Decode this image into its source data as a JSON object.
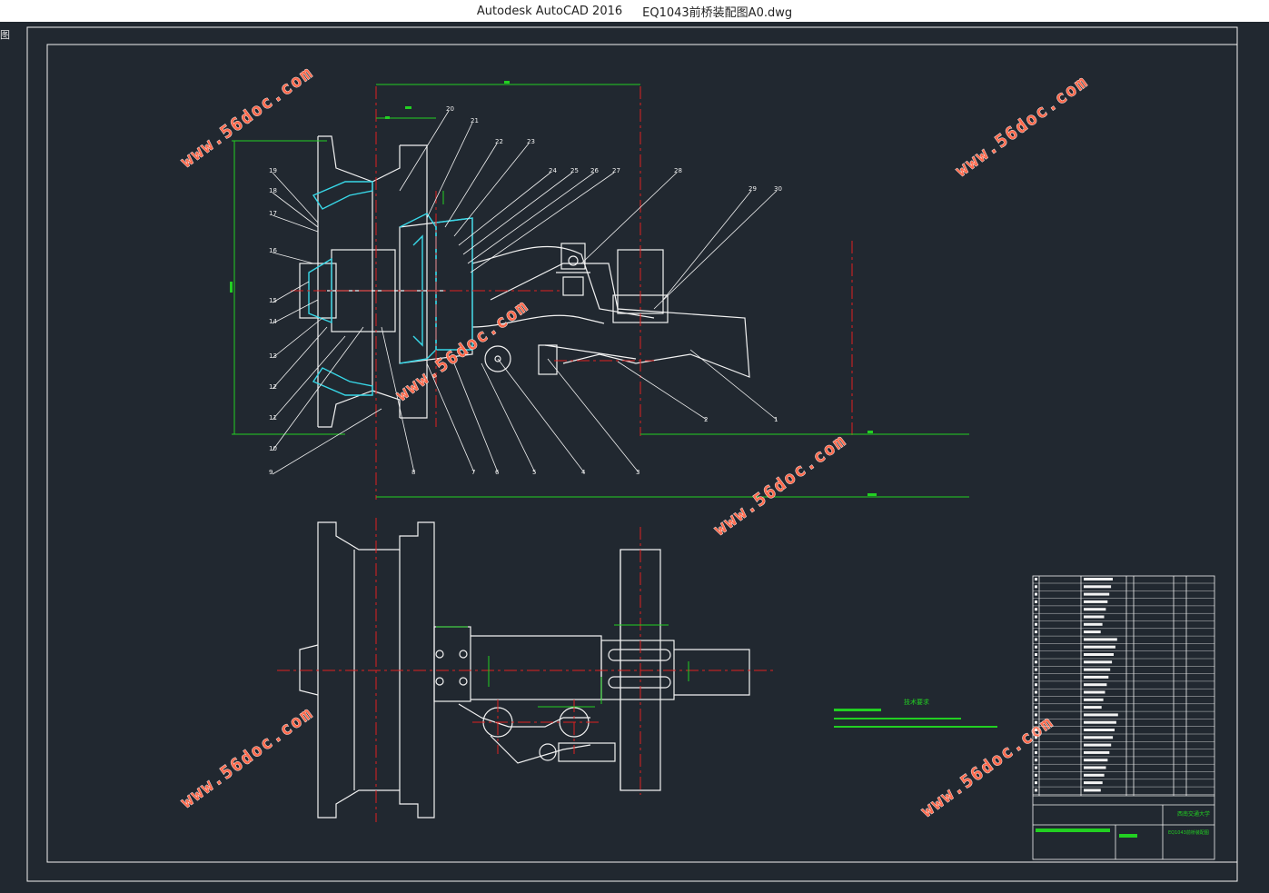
{
  "window": {
    "app_name": "Autodesk AutoCAD 2016",
    "file_name": "EQ1043前桥装配图A0.dwg",
    "corner_glyph": "图"
  },
  "drawing": {
    "watermark_text": "www.56doc.com",
    "leader_numbers_left": [
      "19",
      "18",
      "17",
      "16",
      "15",
      "14",
      "13",
      "12",
      "11",
      "10",
      "9"
    ],
    "leader_numbers_top": [
      "20",
      "21",
      "22",
      "23",
      "24",
      "25",
      "26",
      "27",
      "28",
      "29",
      "30"
    ],
    "leader_numbers_bottom": [
      "8",
      "7",
      "6",
      "5",
      "4",
      "3",
      "2",
      "1"
    ],
    "tech_requirements_title": "技术要求",
    "title_block_school": "西南交通大学",
    "title_block_name": "EQ1043前桥装配图"
  },
  "colors": {
    "background": "#212830",
    "line_white": "#f2f2f2",
    "center_red": "#e02020",
    "dimension_green": "#22d022",
    "section_cyan": "#38d8e8",
    "watermark": "#ff6a4d"
  }
}
